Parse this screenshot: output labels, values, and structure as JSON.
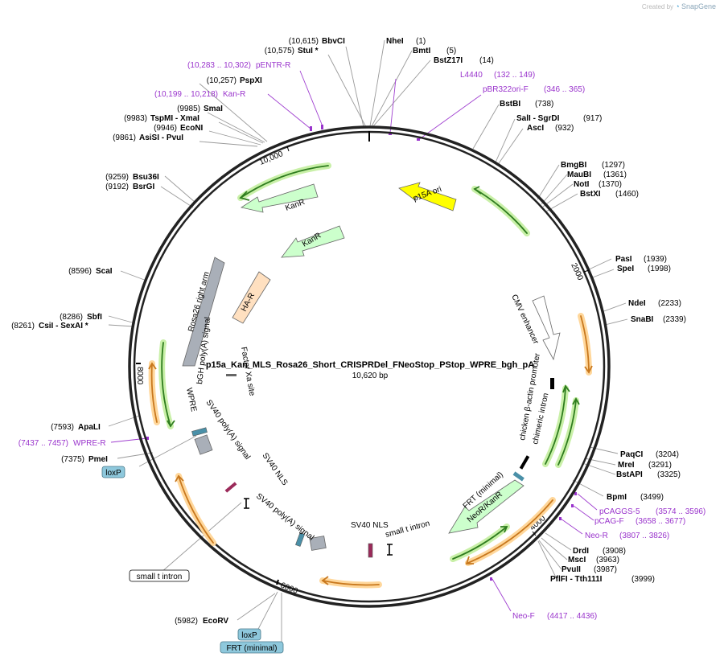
{
  "credit": {
    "prefix": "Created by",
    "brand": "SnapGene"
  },
  "plasmid": {
    "name": "p15a_Kan_MLS_Rosa26_Short_CRISPRDel_FNeoStop_PStop_WPRE_bgh_pA",
    "length_label": "10,620 bp",
    "length": 10620
  },
  "ticks": [
    "10,000",
    "2000",
    "4000",
    "6000",
    "8000"
  ],
  "enzymes": [
    {
      "name": "BbvCI",
      "pos": "(10,615)"
    },
    {
      "name": "StuI *",
      "pos": "(10,575)"
    },
    {
      "name": "PspXI",
      "pos": "(10,257)"
    },
    {
      "name": "SmaI",
      "pos": "(9985)"
    },
    {
      "name": "TspMI - XmaI",
      "pos": "(9983)"
    },
    {
      "name": "EcoNI",
      "pos": "(9946)"
    },
    {
      "name": "AsiSI - PvuI",
      "pos": "(9861)"
    },
    {
      "name": "Bsu36I",
      "pos": "(9259)"
    },
    {
      "name": "BsrGI",
      "pos": "(9192)"
    },
    {
      "name": "ScaI",
      "pos": "(8596)"
    },
    {
      "name": "SbfI",
      "pos": "(8286)"
    },
    {
      "name": "CsiI - SexAI *",
      "pos": "(8261)"
    },
    {
      "name": "ApaLI",
      "pos": "(7593)"
    },
    {
      "name": "PmeI",
      "pos": "(7375)"
    },
    {
      "name": "EcoRV",
      "pos": "(5982)"
    },
    {
      "name": "NheI",
      "pos": "(1)"
    },
    {
      "name": "BmtI",
      "pos": "(5)"
    },
    {
      "name": "BstZ17I",
      "pos": "(14)"
    },
    {
      "name": "BstBI",
      "pos": "(738)"
    },
    {
      "name": "SalI - SgrDI",
      "pos": "(917)"
    },
    {
      "name": "AscI",
      "pos": "(932)"
    },
    {
      "name": "BmgBI",
      "pos": "(1297)"
    },
    {
      "name": "MauBI",
      "pos": "(1361)"
    },
    {
      "name": "NotI",
      "pos": "(1370)"
    },
    {
      "name": "BstXI",
      "pos": "(1460)"
    },
    {
      "name": "PasI",
      "pos": "(1939)"
    },
    {
      "name": "SpeI",
      "pos": "(1998)"
    },
    {
      "name": "NdeI",
      "pos": "(2233)"
    },
    {
      "name": "SnaBI",
      "pos": "(2339)"
    },
    {
      "name": "PaqCI",
      "pos": "(3204)"
    },
    {
      "name": "MreI",
      "pos": "(3291)"
    },
    {
      "name": "BstAPI",
      "pos": "(3325)"
    },
    {
      "name": "BpmI",
      "pos": "(3499)"
    },
    {
      "name": "DrdI",
      "pos": "(3908)"
    },
    {
      "name": "MscI",
      "pos": "(3963)"
    },
    {
      "name": "PvuII",
      "pos": "(3987)"
    },
    {
      "name": "PflFI - Tth111I",
      "pos": "(3999)"
    }
  ],
  "primers": [
    {
      "name": "pENTR-R",
      "range": "(10,283 .. 10,302)"
    },
    {
      "name": "Kan-R",
      "range": "(10,199 .. 10,218)"
    },
    {
      "name": "L4440",
      "range": "(132 .. 149)"
    },
    {
      "name": "pBR322ori-F",
      "range": "(346 .. 365)"
    },
    {
      "name": "pCAGGS-5",
      "range": "(3574 .. 3596)"
    },
    {
      "name": "pCAG-F",
      "range": "(3658 .. 3677)"
    },
    {
      "name": "Neo-R",
      "range": "(3807 .. 3826)"
    },
    {
      "name": "Neo-F",
      "range": "(4417 .. 4436)"
    },
    {
      "name": "WPRE-R",
      "range": "(7437 .. 7457)"
    }
  ],
  "features": [
    {
      "label": "p15A ori",
      "color": "#ffff00"
    },
    {
      "label": "KanR",
      "color": "#ccffcc"
    },
    {
      "label": "KanR",
      "color": "#ccffcc"
    },
    {
      "label": "HA-R",
      "color": "#ffe0c0"
    },
    {
      "label": "Rosa26 right arm",
      "color": "#a9afb8"
    },
    {
      "label": "CMV enhancer",
      "color": "#ffffff"
    },
    {
      "label": "chicken β-actin promoter",
      "color": "#ffffff"
    },
    {
      "label": "chimeric intron",
      "color": "#ffffff"
    },
    {
      "label": "FRT (minimal)",
      "color": "#ffffff"
    },
    {
      "label": "NeoR/KanR",
      "color": "#ccffcc"
    },
    {
      "label": "SV40 NLS",
      "color": "#ffffff"
    },
    {
      "label": "small t intron",
      "color": "#ffffff"
    },
    {
      "label": "SV40 poly(A) signal",
      "color": "#ffffff"
    },
    {
      "label": "SV40 NLS",
      "color": "#ffffff"
    },
    {
      "label": "SV40 poly(A) signal",
      "color": "#ffffff"
    },
    {
      "label": "WPRE",
      "color": "#ffffff"
    },
    {
      "label": "bGH poly(A) signal",
      "color": "#ffffff"
    },
    {
      "label": "Factor Xa site",
      "color": "#ffffff"
    }
  ],
  "boxed_labels": [
    {
      "label": "loxP",
      "color": "#8ec8dc"
    },
    {
      "label": "small t intron",
      "color": "#ffffff"
    },
    {
      "label": "loxP",
      "color": "#8ec8dc"
    },
    {
      "label": "FRT (minimal)",
      "color": "#8ec8dc"
    }
  ],
  "colors": {
    "enzyme_text": "#000000",
    "position_text": "#000000",
    "primer": "#9933cc",
    "orf_green": "#2f7d1f",
    "orf_green_glow": "#c9f0a8",
    "orf_orange": "#c8781e",
    "orf_orange_glow": "#ffd79b",
    "backbone": "#222222"
  }
}
